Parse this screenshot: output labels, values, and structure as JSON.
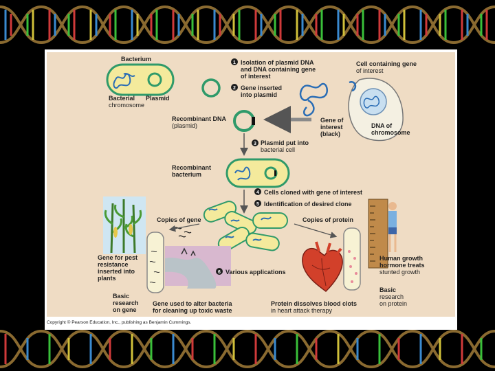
{
  "labels": {
    "bacterium": "Bacterium",
    "bacterial_chromosome_1": "Bacterial",
    "bacterial_chromosome_2": "chromosome",
    "plasmid": "Plasmid",
    "recombinant_dna_1": "Recombinant DNA",
    "recombinant_dna_2": "(plasmid)",
    "recombinant_bacterium_1": "Recombinant",
    "recombinant_bacterium_2": "bacterium",
    "cell_containing_1": "Cell containing gene",
    "cell_containing_2": "of interest",
    "gene_of_interest_1": "Gene of",
    "gene_of_interest_2": "interest",
    "gene_of_interest_3": "(black)",
    "dna_of_chromosome_1": "DNA of",
    "dna_of_chromosome_2": "chromosome",
    "copies_of_gene": "Copies of gene",
    "copies_of_protein": "Copies of protein",
    "pest_1": "Gene for pest",
    "pest_2": "resistance",
    "pest_3": "inserted into",
    "pest_4": "plants",
    "basic_gene_1": "Basic",
    "basic_gene_2": "research",
    "basic_gene_3": "on gene",
    "toxic_1": "Gene used to alter bacteria",
    "toxic_2": "for cleaning up toxic waste",
    "heart_1": "Protein dissolves blood clots",
    "heart_2": "in heart attack therapy",
    "hgh_1": "Human growth",
    "hgh_2": "hormone treats",
    "hgh_3": "stunted growth",
    "basic_protein_1": "Basic",
    "basic_protein_2": "research",
    "basic_protein_3": "on protein"
  },
  "steps": [
    {
      "num": "1",
      "line1": "Isolation of plasmid DNA",
      "line2": "and DNA containing gene",
      "line3": "of interest"
    },
    {
      "num": "2",
      "line1": "Gene inserted",
      "line2": "into plasmid"
    },
    {
      "num": "3",
      "line1": "Plasmid put into",
      "line2": "bacterial cell"
    },
    {
      "num": "4",
      "line1": "Cells cloned with gene of interest"
    },
    {
      "num": "5",
      "line1": "Identification of desired clone"
    },
    {
      "num": "6",
      "line1": "Various applications"
    }
  ],
  "copyright": "Copyright © Pearson Education, Inc., publishing as Benjamin Cummings.",
  "colors": {
    "background": "#000000",
    "panel": "#efdcc4",
    "bacterium_fill": "#f4ea9c",
    "plasmid": "#2f9a6a",
    "dna": "#2a6db5",
    "heart": "#d2402a",
    "arrow": "#8a8a8a"
  }
}
